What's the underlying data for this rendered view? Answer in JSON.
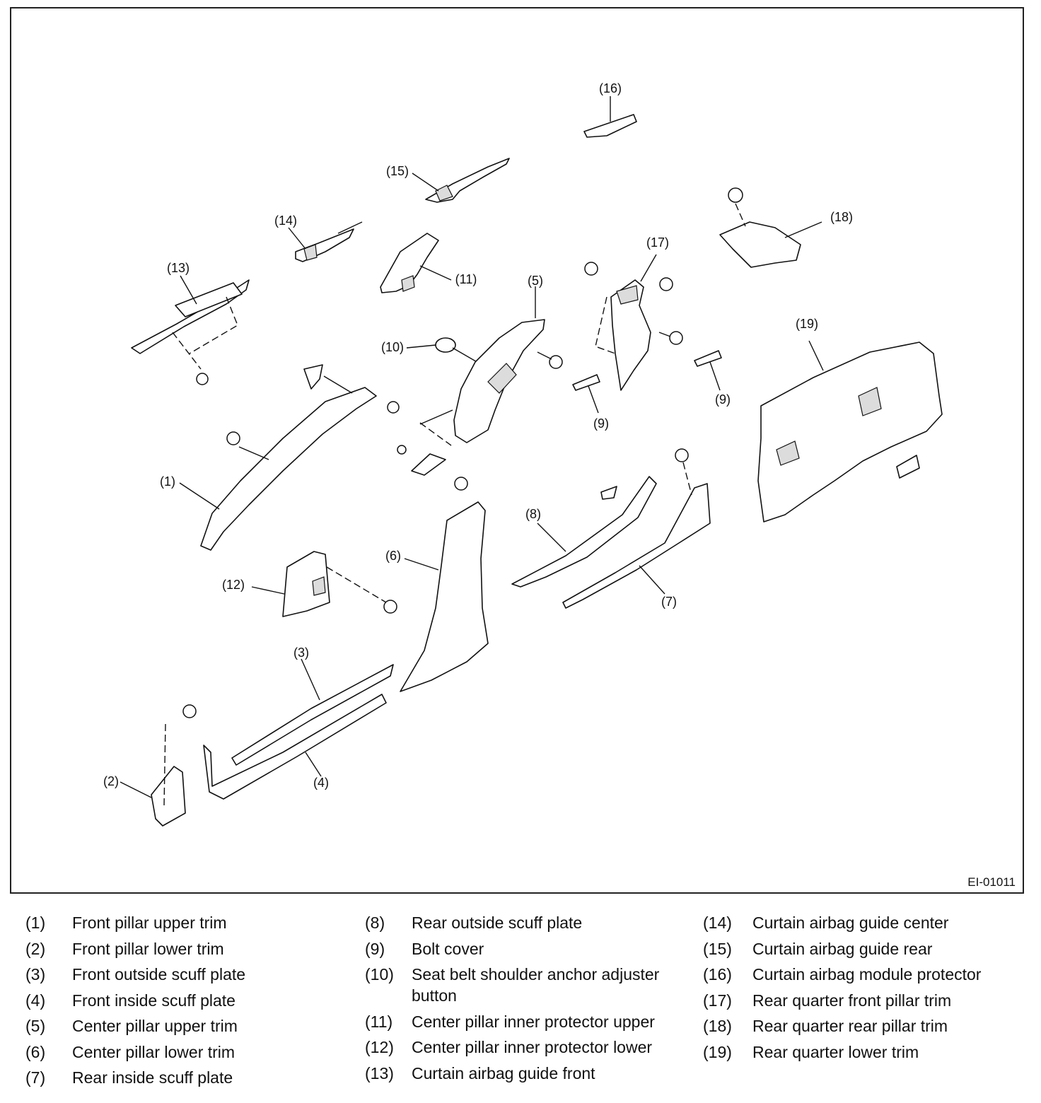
{
  "diagram": {
    "reference_code": "EI-01011",
    "callouts": [
      {
        "id": "c1",
        "text": "(1)"
      },
      {
        "id": "c2",
        "text": "(2)"
      },
      {
        "id": "c3",
        "text": "(3)"
      },
      {
        "id": "c4",
        "text": "(4)"
      },
      {
        "id": "c5",
        "text": "(5)"
      },
      {
        "id": "c6",
        "text": "(6)"
      },
      {
        "id": "c7",
        "text": "(7)"
      },
      {
        "id": "c8",
        "text": "(8)"
      },
      {
        "id": "c9a",
        "text": "(9)"
      },
      {
        "id": "c9b",
        "text": "(9)"
      },
      {
        "id": "c10",
        "text": "(10)"
      },
      {
        "id": "c11",
        "text": "(11)"
      },
      {
        "id": "c12",
        "text": "(12)"
      },
      {
        "id": "c13",
        "text": "(13)"
      },
      {
        "id": "c14",
        "text": "(14)"
      },
      {
        "id": "c15",
        "text": "(15)"
      },
      {
        "id": "c16",
        "text": "(16)"
      },
      {
        "id": "c17",
        "text": "(17)"
      },
      {
        "id": "c18",
        "text": "(18)"
      },
      {
        "id": "c19",
        "text": "(19)"
      }
    ]
  },
  "legend": {
    "columns": [
      [
        {
          "num": "(1)",
          "label": "Front pillar upper trim"
        },
        {
          "num": "(2)",
          "label": "Front pillar lower trim"
        },
        {
          "num": "(3)",
          "label": "Front outside scuff plate"
        },
        {
          "num": "(4)",
          "label": "Front inside scuff plate"
        },
        {
          "num": "(5)",
          "label": "Center pillar upper trim"
        },
        {
          "num": "(6)",
          "label": "Center pillar lower trim"
        },
        {
          "num": "(7)",
          "label": "Rear inside scuff plate"
        }
      ],
      [
        {
          "num": "(8)",
          "label": "Rear outside scuff plate"
        },
        {
          "num": "(9)",
          "label": "Bolt cover"
        },
        {
          "num": "(10)",
          "label": "Seat belt shoulder anchor adjuster button"
        },
        {
          "num": "(11)",
          "label": "Center pillar inner protector upper"
        },
        {
          "num": "(12)",
          "label": "Center pillar inner protector lower"
        },
        {
          "num": "(13)",
          "label": "Curtain airbag guide front"
        }
      ],
      [
        {
          "num": "(14)",
          "label": "Curtain airbag guide center"
        },
        {
          "num": "(15)",
          "label": "Curtain airbag guide rear"
        },
        {
          "num": "(16)",
          "label": "Curtain airbag module protector"
        },
        {
          "num": "(17)",
          "label": "Rear quarter front pillar trim"
        },
        {
          "num": "(18)",
          "label": "Rear quarter rear pillar trim"
        },
        {
          "num": "(19)",
          "label": "Rear quarter lower trim"
        }
      ]
    ]
  }
}
